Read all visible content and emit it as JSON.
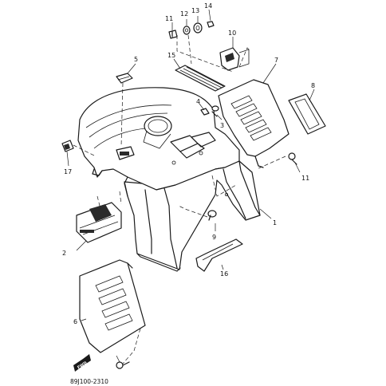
{
  "diagram": {
    "code": "89J100-2310",
    "fwd_label": "FWD",
    "callouts": {
      "p1": "1",
      "p2": "2",
      "p3": "3",
      "p4": "4",
      "p5": "5",
      "p6": "6",
      "p7": "7",
      "p8": "8",
      "p9": "9",
      "p10": "10",
      "p11a": "11",
      "p11b": "11",
      "p12": "12",
      "p13": "13",
      "p14": "14",
      "p15": "15",
      "p16": "16",
      "p17": "17"
    }
  }
}
